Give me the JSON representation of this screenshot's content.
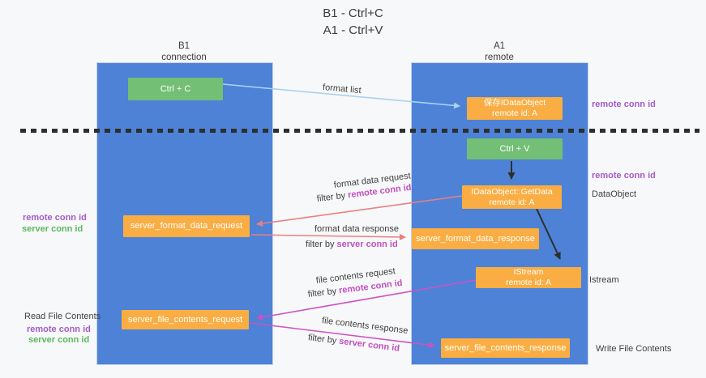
{
  "title": {
    "line1": "B1 - Ctrl+C",
    "line2": "A1 - Ctrl+V"
  },
  "columns": {
    "left": {
      "header_line1": "B1",
      "header_line2": "connection"
    },
    "right": {
      "header_line1": "A1",
      "header_line2": "remote"
    }
  },
  "nodes": {
    "ctrl_c": {
      "label": "Ctrl + C"
    },
    "save_idataobject": {
      "line1": "保存IDataObject",
      "line2": "remote id: A"
    },
    "ctrl_v": {
      "label": "Ctrl + V"
    },
    "getdata": {
      "line1": "IDataObject::GetData",
      "line2": "remote id: A"
    },
    "server_format_data_request": {
      "label": "server_format_data_request"
    },
    "server_format_data_response": {
      "label": "server_format_data_response"
    },
    "istream": {
      "line1": "IStream",
      "line2": "remote id: A"
    },
    "server_file_contents_request": {
      "label": "server_file_contents_request"
    },
    "server_file_contents_response": {
      "label": "server_file_contents_response"
    }
  },
  "edge_labels": {
    "format_list": "format list",
    "format_data_request": "format data request",
    "format_data_response": "format data response",
    "file_contents_request": "file contents request",
    "file_contents_response": "file contents response",
    "filter_by": "filter by ",
    "remote_conn_id": "remote conn id",
    "server_conn_id": "server conn id"
  },
  "side_labels": {
    "left_remote_conn_id": "remote conn id",
    "left_server_conn_id": "server conn id",
    "read_file_contents": "Read File Contents",
    "read_remote_conn_id": "remote conn id",
    "read_server_conn_id": "server conn id",
    "right_remote_conn_id_top": "remote conn id",
    "right_remote_conn_id_mid": "remote conn id",
    "dataobject": "DataObject",
    "istream": "Istream",
    "write_file_contents": "Write File Contents"
  },
  "colors": {
    "lane_blue": "#4d82d6",
    "node_green": "#72bf75",
    "node_orange": "#f9ad42",
    "arrow_lightblue": "#a9d2f0",
    "arrow_salmon": "#e88080",
    "arrow_magenta": "#cc52c5",
    "arrow_black": "#2e2e2e",
    "text_purple": "#a35bc9",
    "text_green": "#5cb85f",
    "dash_line": "#2e2e2e"
  }
}
